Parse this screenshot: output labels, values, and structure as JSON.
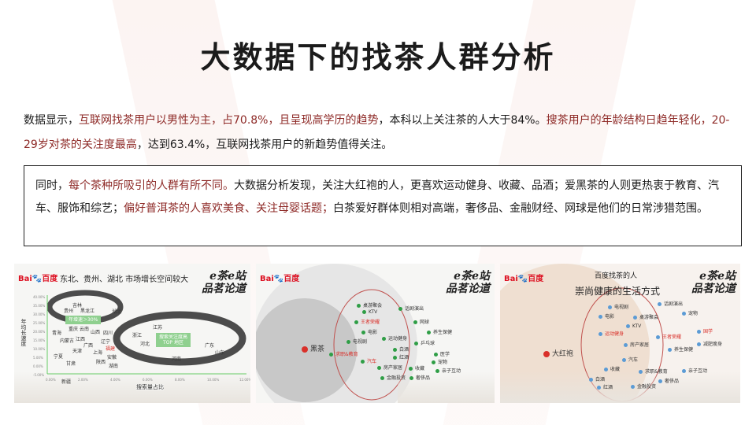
{
  "title": "大数据下的找茶人群分析",
  "para1": {
    "s1": "数据显示，",
    "s2": "互联网找茶用户以男性为主，",
    "s3": "占70.8%，",
    "s4": "且呈现高学历的趋势",
    "s5": "，本科以上关注茶的人大于84%。",
    "s6": "搜茶用户的年龄结构日趋年轻化，20-29岁对茶的关注度最高",
    "s7": "，达到63.4%，互联网找茶用户的新趋势值得关注。"
  },
  "para2": {
    "s1": "同时，",
    "s2": "每个茶种所吸引的人群有所不同。",
    "s3": "大数据分析发现，关注大红袍的人，更喜欢运动健身、收藏、品酒；爱黑茶的人则更热衷于教育、汽车、服饰和综艺；",
    "s4": "偏好普洱茶的人喜欢美食、关注母婴话题；",
    "s5": "白茶爱好群体则相对高端，奢侈品、金融财经、网球是他们的日常涉猎范围。"
  },
  "colors": {
    "accent": "#8e2a27",
    "highlight": "#d9302a",
    "dot_green": "#2f9e46",
    "dot_blue": "#5b9bd5"
  },
  "logo": {
    "bai": "Bai",
    "du": "百度"
  },
  "brand": {
    "line1": "e茶e站",
    "line2": "品茗论道"
  },
  "panel1": {
    "title": "东北、贵州、湖北 市场增长空间较大",
    "ylabel": "年均长速度",
    "xlabel": "搜索量占比",
    "badge1": "年增速＞30%",
    "badge2": "搜索关注度高 TOP 地区",
    "yticks": [
      "40.00%",
      "35.00%",
      "30.00%",
      "25.00%",
      "20.00%",
      "15.00%",
      "10.00%",
      "5.00%",
      "0.00%",
      "-5.00%"
    ],
    "xticks": [
      "0.00%",
      "2.00%",
      "4.00%",
      "6.00%",
      "8.00%",
      "10.00%",
      "12.00%"
    ],
    "labels": [
      "吉林",
      "贵州",
      "黑龙江",
      "湖北",
      "青海",
      "重庆",
      "云南",
      "山西",
      "四川",
      "内蒙古",
      "江西",
      "广西",
      "辽宁",
      "天津",
      "上海",
      "福建",
      "宁夏",
      "甘肃",
      "陕西",
      "安徽",
      "湖南",
      "新疆",
      "江苏",
      "浙江",
      "河北",
      "广东",
      "山东",
      "河南"
    ]
  },
  "panel2": {
    "center": "黑茶",
    "items": [
      {
        "t": "桌游聚会"
      },
      {
        "t": "KTV"
      },
      {
        "t": "王者荣耀",
        "hl": true
      },
      {
        "t": "电影"
      },
      {
        "t": "电视剧"
      },
      {
        "t": "运动健身"
      },
      {
        "t": "求职&教育",
        "hl": true
      },
      {
        "t": "汽车",
        "hl": true
      },
      {
        "t": "白酒"
      },
      {
        "t": "红酒"
      },
      {
        "t": "房产家居"
      },
      {
        "t": "金融投资"
      },
      {
        "t": "话剧演出"
      },
      {
        "t": "网球"
      },
      {
        "t": "养生保健"
      },
      {
        "t": "乒乓球"
      },
      {
        "t": "医学"
      },
      {
        "t": "宠物"
      },
      {
        "t": "收藏"
      },
      {
        "t": "亲子互动"
      },
      {
        "t": "奢侈品"
      }
    ]
  },
  "panel3": {
    "title": "百度找茶的人",
    "subtitle": "崇尚健康的生活方式",
    "center": "大红袍",
    "items": [
      {
        "t": "电视剧"
      },
      {
        "t": "电影"
      },
      {
        "t": "桌游聚会"
      },
      {
        "t": "KTV"
      },
      {
        "t": "运动健身",
        "hl": true
      },
      {
        "t": "房产家居"
      },
      {
        "t": "汽车"
      },
      {
        "t": "收藏"
      },
      {
        "t": "白酒"
      },
      {
        "t": "红酒"
      },
      {
        "t": "金融投资"
      },
      {
        "t": "求职&教育"
      },
      {
        "t": "奢侈品"
      },
      {
        "t": "话剧演出"
      },
      {
        "t": "宠物"
      },
      {
        "t": "王者荣耀",
        "hl": true
      },
      {
        "t": "国学",
        "hl": true
      },
      {
        "t": "减肥瘦身"
      },
      {
        "t": "养生保健"
      },
      {
        "t": "亲子互动"
      }
    ]
  }
}
